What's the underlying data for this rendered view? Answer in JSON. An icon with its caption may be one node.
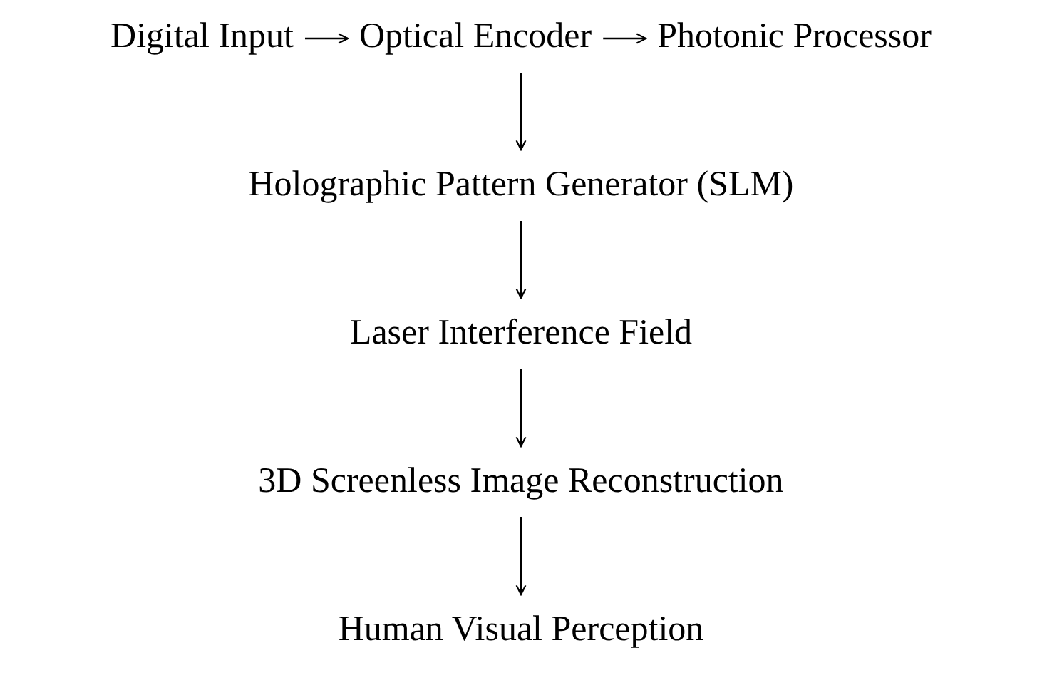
{
  "diagram": {
    "nodes": [
      {
        "text": [
          "Digital Input"
        ]
      },
      {
        "text": [
          "Optical Encoder"
        ]
      },
      {
        "text": [
          "Photonic Processor"
        ]
      },
      {
        "text": [
          "Holographic Pattern Generator (SLM)"
        ]
      },
      {
        "text": [
          "Laser Interference Field"
        ]
      },
      {
        "text": [
          "3D Screenless Image Reconstruction"
        ]
      },
      {
        "text": [
          "Human Visual Perception"
        ]
      }
    ],
    "edges": [
      {
        "from": 0,
        "to": 1,
        "arrow": "to"
      },
      {
        "from": 1,
        "to": 2,
        "arrow": "to"
      },
      {
        "from": 1,
        "to": 3,
        "arrow": "to"
      },
      {
        "from": 3,
        "to": 4,
        "arrow": "to"
      },
      {
        "from": 4,
        "to": 5,
        "arrow": "to"
      },
      {
        "from": 5,
        "to": 6,
        "arrow": "to"
      }
    ]
  }
}
